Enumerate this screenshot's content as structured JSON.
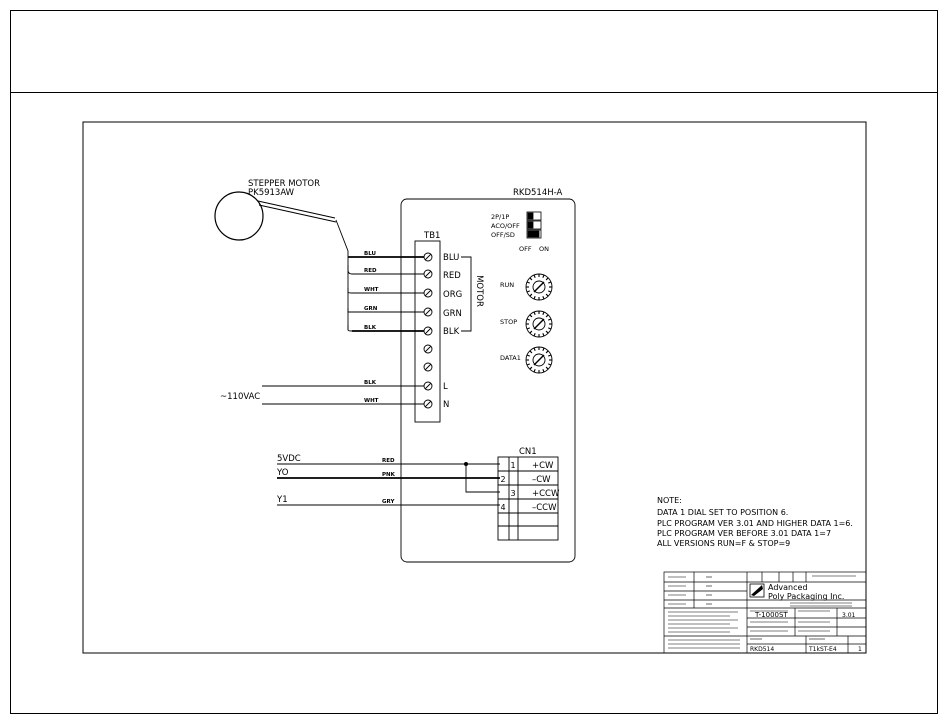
{
  "motor": {
    "title": "STEPPER MOTOR",
    "model": "PK5913AW"
  },
  "driver": {
    "model": "RKD514H-A",
    "terminal_block": "TB1",
    "connector": "CN1"
  },
  "switches": {
    "labels": [
      "2P/1P",
      "ACO/OFF",
      "OFF/SD"
    ],
    "off_label": "OFF",
    "on_label": "ON"
  },
  "dials": {
    "run": "RUN",
    "stop": "STOP",
    "data1": "DATA1"
  },
  "tb1": {
    "terminals": [
      "BLU",
      "RED",
      "ORG",
      "GRN",
      "BLK",
      "",
      "",
      "L",
      "N"
    ],
    "motor_label": "MOTOR"
  },
  "wires": {
    "motor": [
      "BLU",
      "RED",
      "WHT",
      "GRN",
      "BLK"
    ],
    "power": [
      "BLK",
      "WHT"
    ],
    "power_source": "~110VAC",
    "signal_sources": [
      "5VDC",
      "YO",
      "Y1"
    ],
    "signal_colors": [
      "RED",
      "PNK",
      "GRY"
    ]
  },
  "cn1": {
    "pins": [
      "1",
      "2",
      "3",
      "4"
    ],
    "labels": [
      "+CW",
      "–CW",
      "+CCW",
      "–CCW"
    ]
  },
  "note": {
    "title": "NOTE:",
    "lines": [
      "DATA 1 DIAL SET TO POSITION 6.",
      "PLC PROGRAM VER 3.01 AND HIGHER DATA 1=6.",
      "PLC PROGRAM VER BEFORE 3.01 DATA 1=7",
      "ALL VERSIONS RUN=F & STOP=9"
    ]
  },
  "title_block": {
    "company": [
      "Advanced",
      "Poly Packaging Inc."
    ],
    "project": "T-1000ST",
    "rev": "3.01",
    "drawing": "RKD514",
    "number": "T1kST-E4",
    "sheet": "1"
  }
}
